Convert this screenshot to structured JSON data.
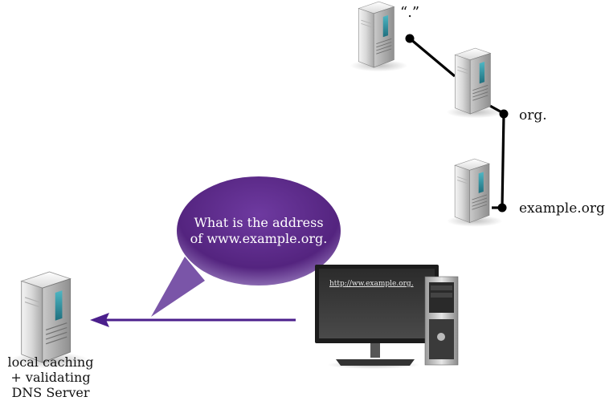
{
  "tree": {
    "root_label": "“.”",
    "tld_label": "org.",
    "domain_label": "example.org."
  },
  "resolver": {
    "label_line1": "local caching",
    "label_line2": "+ validating",
    "label_line3": "DNS Server"
  },
  "query": {
    "text": "What is the address of www.example.org."
  },
  "client": {
    "url_text": "http://ww.example.org."
  },
  "colors": {
    "bubble": "#5a2a86",
    "arrow": "#4b1f8c",
    "link": "#000000"
  }
}
